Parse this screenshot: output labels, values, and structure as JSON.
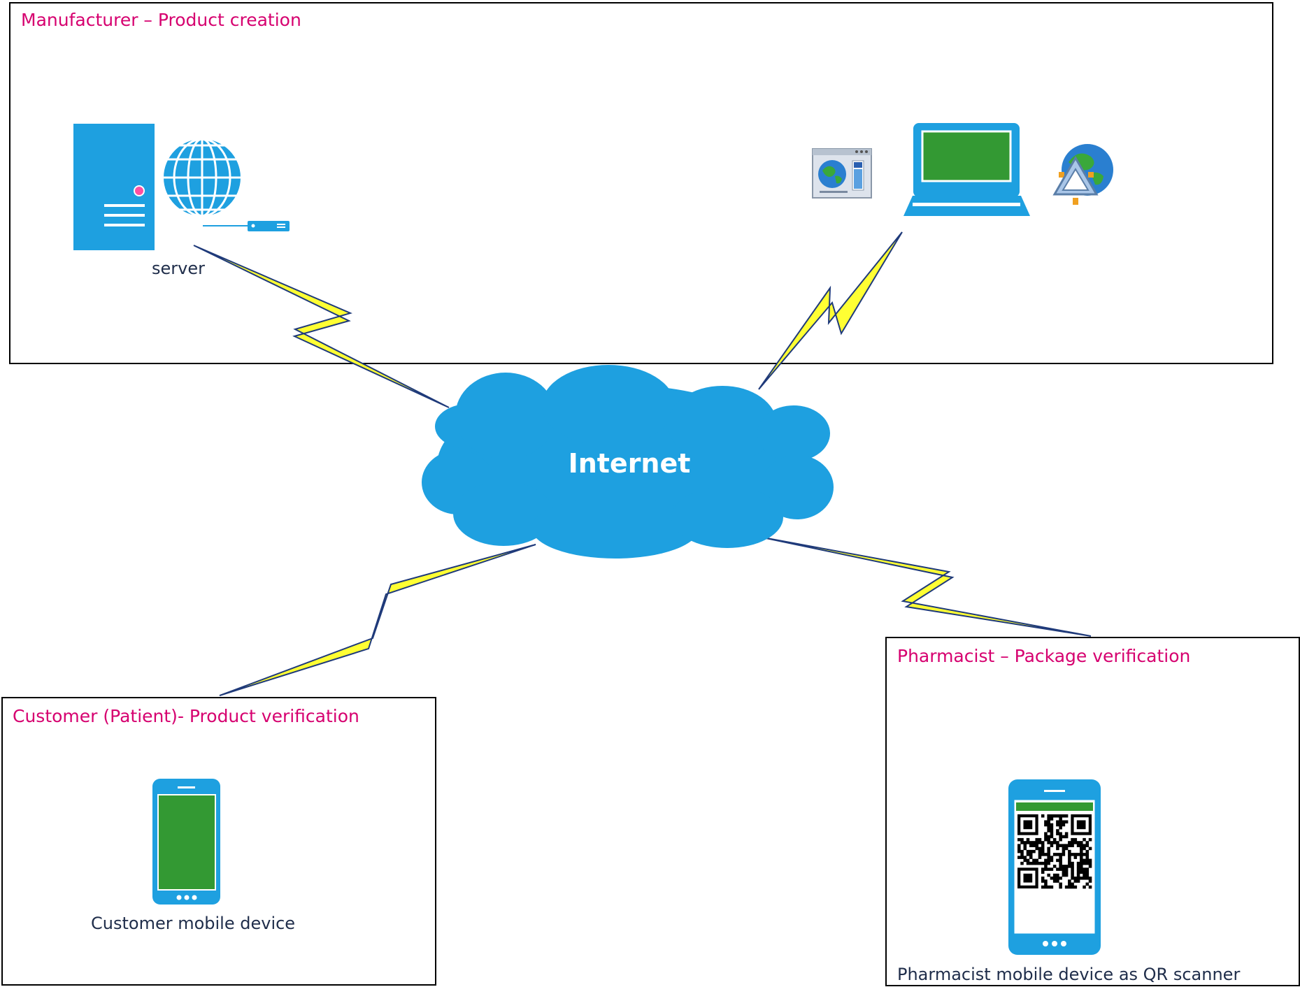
{
  "manufacturer": {
    "title": "Manufacturer – Product creation",
    "server_label": "server"
  },
  "internet": {
    "label": "Internet"
  },
  "customer": {
    "title": "Customer (Patient)- Product verification",
    "device_label": "Customer mobile device"
  },
  "pharmacist": {
    "title": "Pharmacist – Package verification",
    "device_label": "Pharmacist mobile device as QR scanner"
  },
  "colors": {
    "title_accent": "#d6006f",
    "device_blue": "#1ea0e0",
    "screen_green": "#339933",
    "bolt_yellow": "#ffff33",
    "bolt_outline": "#1f3a7a"
  }
}
